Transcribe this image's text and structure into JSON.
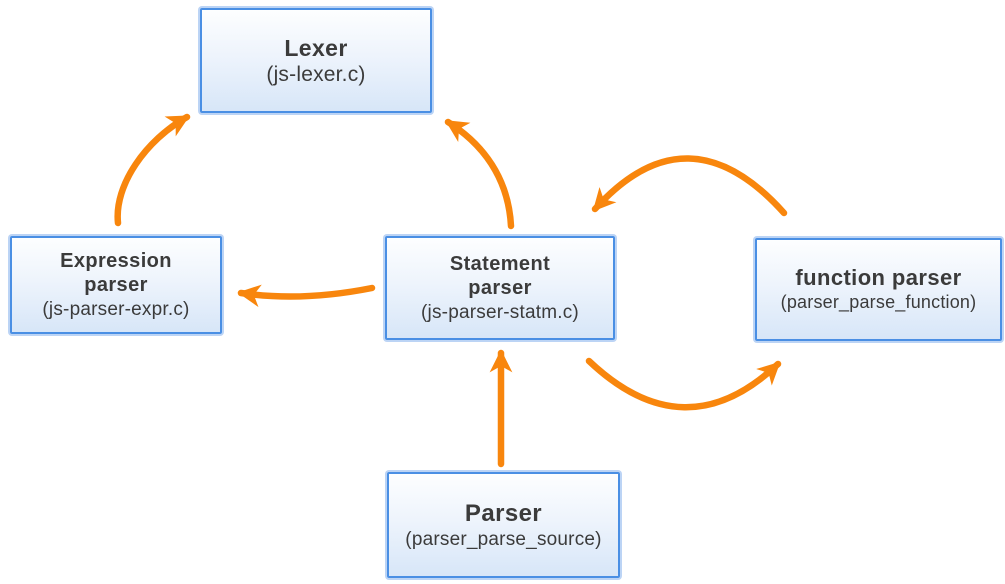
{
  "colors": {
    "accent": "#F8860D",
    "node-border": "#4A8FE4",
    "node-border-glow": "#BCD4F5",
    "node-fill-top": "#FDFEFF",
    "node-fill-bottom": "#D7E6F8",
    "text": "#3B3B3B",
    "background": "#FFFFFF"
  },
  "nodes": [
    {
      "id": "lexer",
      "title": "Lexer",
      "subtitle": "(js-lexer.c)"
    },
    {
      "id": "expression-parser",
      "title": "Expression parser",
      "subtitle": "(js-parser-expr.c)"
    },
    {
      "id": "statement-parser",
      "title": "Statement parser",
      "subtitle": "(js-parser-statm.c)"
    },
    {
      "id": "function-parser",
      "title": "function parser",
      "subtitle": "(parser_parse_function)"
    },
    {
      "id": "parser",
      "title": "Parser",
      "subtitle": "(parser_parse_source)"
    }
  ],
  "edges": [
    {
      "from": "expression-parser",
      "to": "lexer"
    },
    {
      "from": "statement-parser",
      "to": "lexer"
    },
    {
      "from": "statement-parser",
      "to": "expression-parser"
    },
    {
      "from": "function-parser",
      "to": "statement-parser"
    },
    {
      "from": "statement-parser",
      "to": "function-parser"
    },
    {
      "from": "parser",
      "to": "statement-parser"
    }
  ]
}
